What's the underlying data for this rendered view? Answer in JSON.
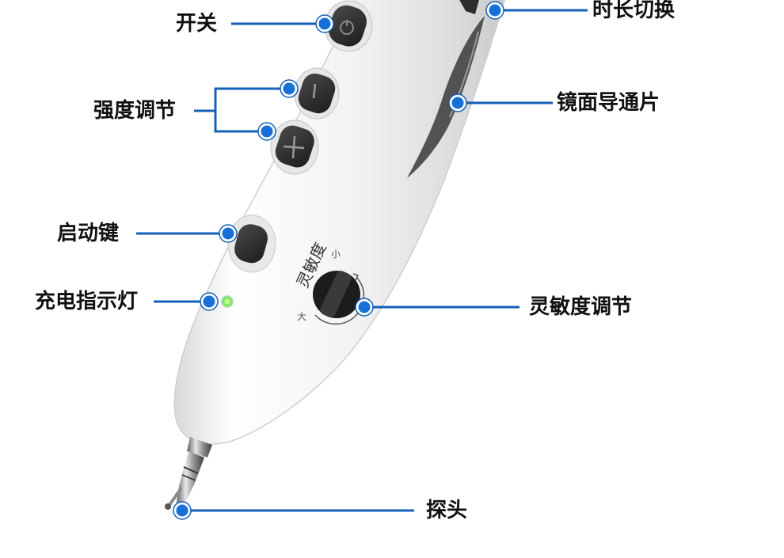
{
  "labels": {
    "power": "开关",
    "intensity": "强度调节",
    "start": "启动键",
    "charge_led": "充电指示灯",
    "duration": "时长切换",
    "mirror_plate": "镜面导通片",
    "sensitivity_adjust": "灵敏度调节",
    "probe": "探头"
  },
  "dial": {
    "title": "灵敏度",
    "small": "小",
    "large": "大"
  },
  "colors": {
    "leader_line": "#1560b8",
    "marker_fill": "#1670d8",
    "marker_ring": "#ffffff",
    "led": "#6cf040",
    "body": "#f4f4f4",
    "button": "#2a2a2a"
  }
}
